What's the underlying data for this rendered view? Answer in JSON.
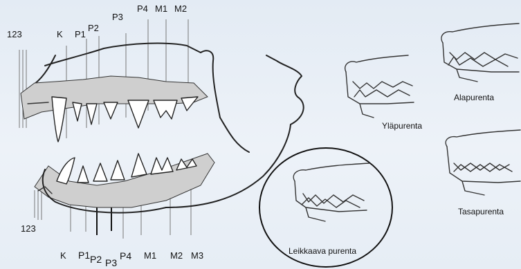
{
  "upper_teeth_labels": {
    "incisors": "123",
    "canine": "K",
    "p1": "P1",
    "p2": "P2",
    "p3": "P3",
    "p4": "P4",
    "m1": "M1",
    "m2": "M2"
  },
  "lower_teeth_labels": {
    "incisors": "123",
    "canine": "K",
    "p1": "P1",
    "p2": "P2",
    "p3": "P3",
    "p4": "P4",
    "m1": "M1",
    "m2": "M2",
    "m3": "M3"
  },
  "bite_types": {
    "overshot": "Yläpurenta",
    "undershot": "Alapurenta",
    "level": "Tasapurenta",
    "scissor": "Leikkaava purenta"
  },
  "colors": {
    "background": "#e8eef5",
    "ink": "#222222",
    "guide_lines": "#777777"
  }
}
